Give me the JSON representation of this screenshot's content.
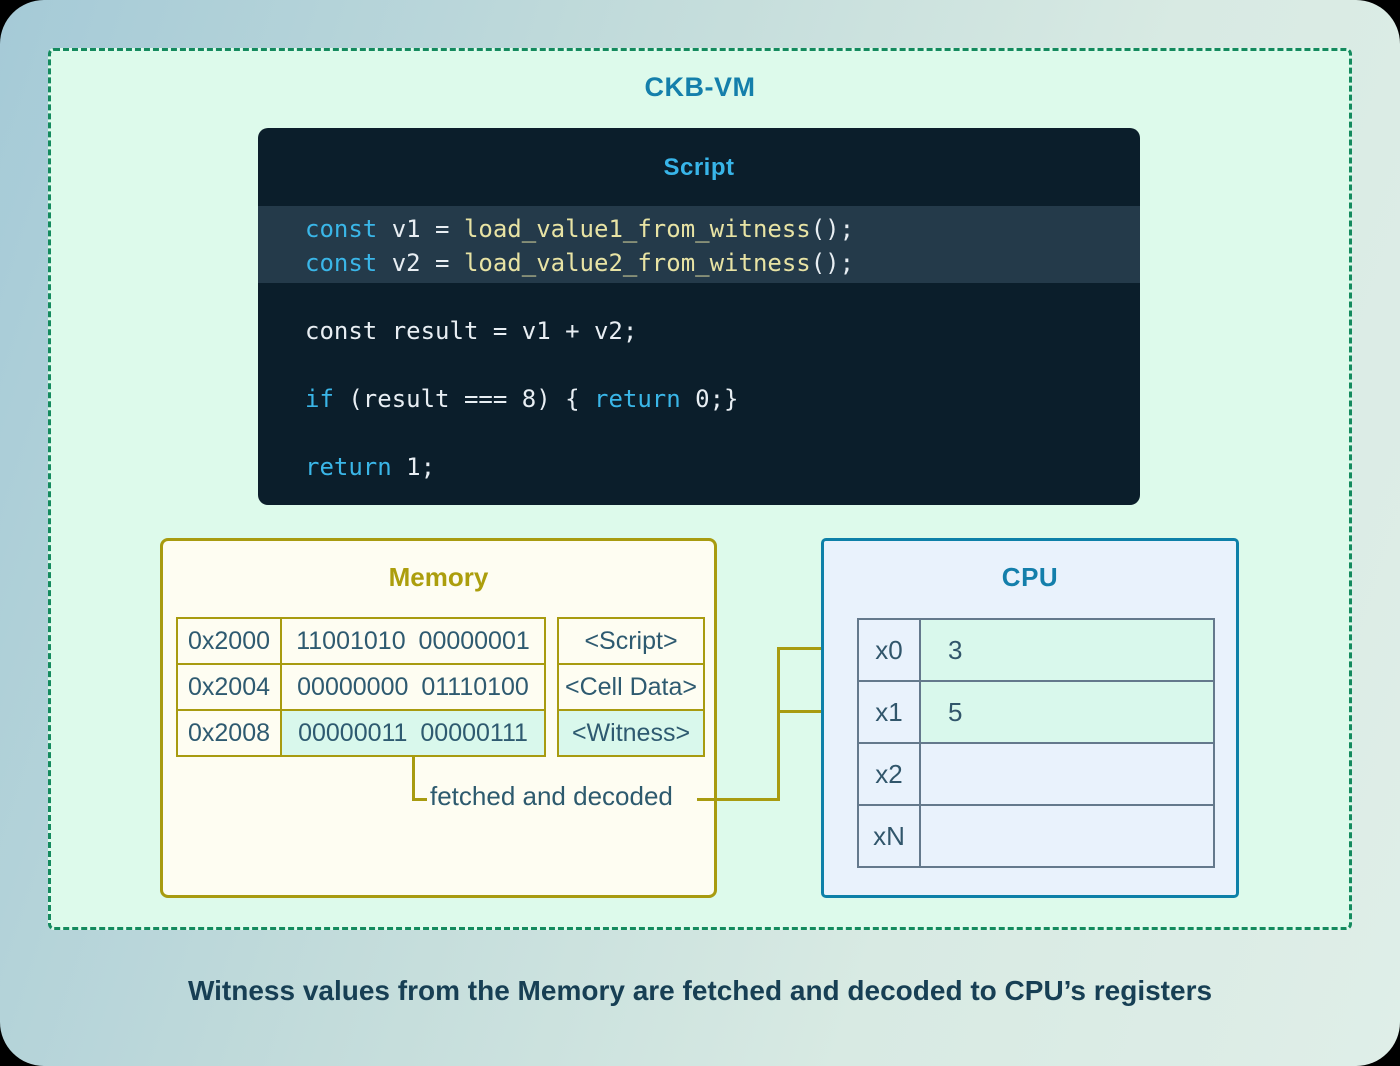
{
  "vm": {
    "title": "CKB-VM"
  },
  "script_block": {
    "title": "Script",
    "line1": {
      "kw": "const",
      "mid": " v1 = ",
      "fn": "load_value1_from_witness",
      "end": "();"
    },
    "line2": {
      "kw": "const",
      "mid": " v2 = ",
      "fn": "load_value2_from_witness",
      "end": "();"
    },
    "line3": {
      "plain": "const result = v1 + v2;"
    },
    "line4": {
      "kw": "if",
      "mid": " (result === 8) { ",
      "kw2": "return",
      "end": " 0;}"
    },
    "line5": {
      "kw": "return",
      "end": " 1;"
    }
  },
  "memory": {
    "title": "Memory",
    "rows": [
      {
        "address": "0x2000",
        "binary": "11001010 00000001",
        "label": "<Script>"
      },
      {
        "address": "0x2004",
        "binary": "00000000 01110100",
        "label": "<Cell Data>"
      },
      {
        "address": "0x2008",
        "binary": "00000011 00000111",
        "label": "<Witness>"
      }
    ],
    "annotation": "fetched and decoded"
  },
  "cpu": {
    "title": "CPU",
    "registers": [
      {
        "name": "x0",
        "value": "3"
      },
      {
        "name": "x1",
        "value": "5"
      },
      {
        "name": "x2",
        "value": ""
      },
      {
        "name": "xN",
        "value": ""
      }
    ]
  },
  "caption": "Witness values from the Memory are fetched and decoded to CPU’s registers",
  "colors": {
    "accent_teal": "#147fab",
    "accent_olive": "#a89b10",
    "dashed_green": "#148a5e",
    "mint_fill": "#ddfaeb",
    "script_bg": "#0b1e2b",
    "code_keyword": "#3ab6e8",
    "code_function": "#e8e3a4",
    "highlight_mint": "#d9f8ec",
    "dark_teal_text": "#2e5a70"
  }
}
